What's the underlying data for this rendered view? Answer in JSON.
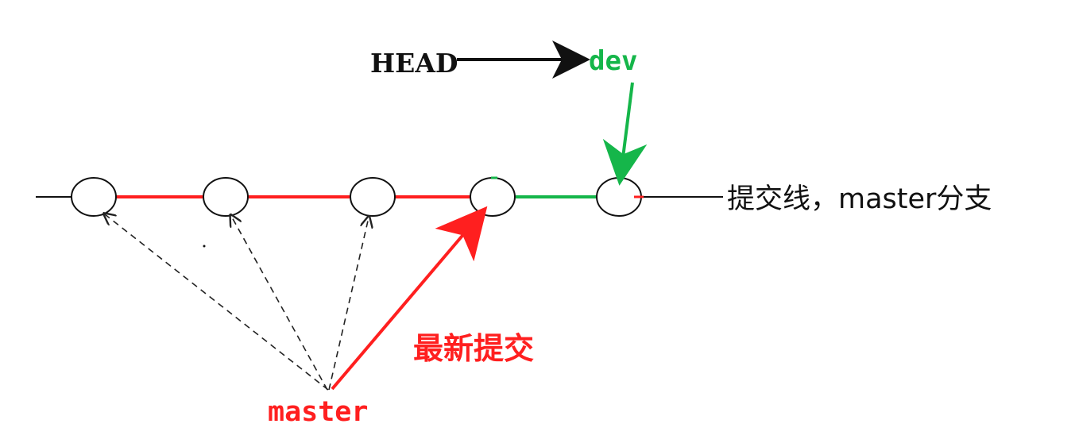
{
  "labels": {
    "head": "HEAD",
    "dev": "dev",
    "master_line": "提交线，master分支",
    "latest_commit": "最新提交",
    "master": "master"
  },
  "colors": {
    "black": "#111111",
    "red": "#ff1f1f",
    "green": "#15b64a",
    "dash": "#222222"
  }
}
